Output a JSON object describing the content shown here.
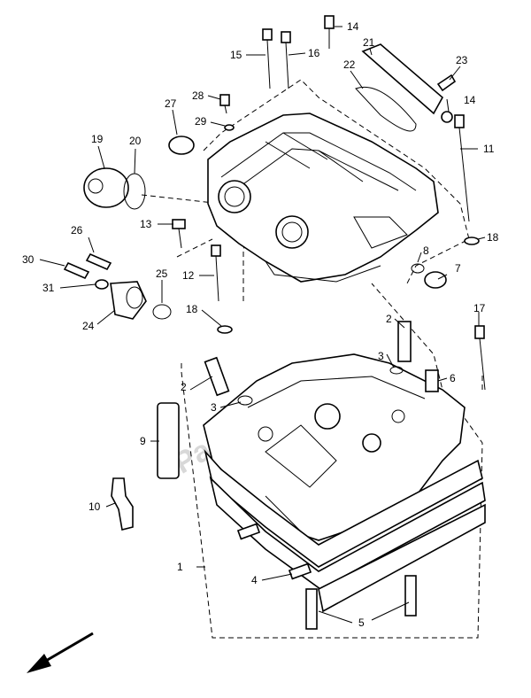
{
  "watermark": "PartsRepublik",
  "callouts": [
    {
      "id": "c1",
      "text": "1"
    },
    {
      "id": "c2a",
      "text": "2"
    },
    {
      "id": "c2b",
      "text": "2"
    },
    {
      "id": "c3a",
      "text": "3"
    },
    {
      "id": "c3b",
      "text": "3"
    },
    {
      "id": "c4",
      "text": "4"
    },
    {
      "id": "c5",
      "text": "5"
    },
    {
      "id": "c6",
      "text": "6"
    },
    {
      "id": "c7",
      "text": "7"
    },
    {
      "id": "c8",
      "text": "8"
    },
    {
      "id": "c9",
      "text": "9"
    },
    {
      "id": "c10",
      "text": "10"
    },
    {
      "id": "c11",
      "text": "11"
    },
    {
      "id": "c12",
      "text": "12"
    },
    {
      "id": "c13",
      "text": "13"
    },
    {
      "id": "c14a",
      "text": "14"
    },
    {
      "id": "c14b",
      "text": "14"
    },
    {
      "id": "c15",
      "text": "15"
    },
    {
      "id": "c16",
      "text": "16"
    },
    {
      "id": "c17",
      "text": "17"
    },
    {
      "id": "c18a",
      "text": "18"
    },
    {
      "id": "c18b",
      "text": "18"
    },
    {
      "id": "c19",
      "text": "19"
    },
    {
      "id": "c20",
      "text": "20"
    },
    {
      "id": "c21",
      "text": "21"
    },
    {
      "id": "c22",
      "text": "22"
    },
    {
      "id": "c23",
      "text": "23"
    },
    {
      "id": "c24",
      "text": "24"
    },
    {
      "id": "c25",
      "text": "25"
    },
    {
      "id": "c26",
      "text": "26"
    },
    {
      "id": "c27",
      "text": "27"
    },
    {
      "id": "c28",
      "text": "28"
    },
    {
      "id": "c29",
      "text": "29"
    },
    {
      "id": "c30",
      "text": "30"
    },
    {
      "id": "c31",
      "text": "31"
    }
  ]
}
